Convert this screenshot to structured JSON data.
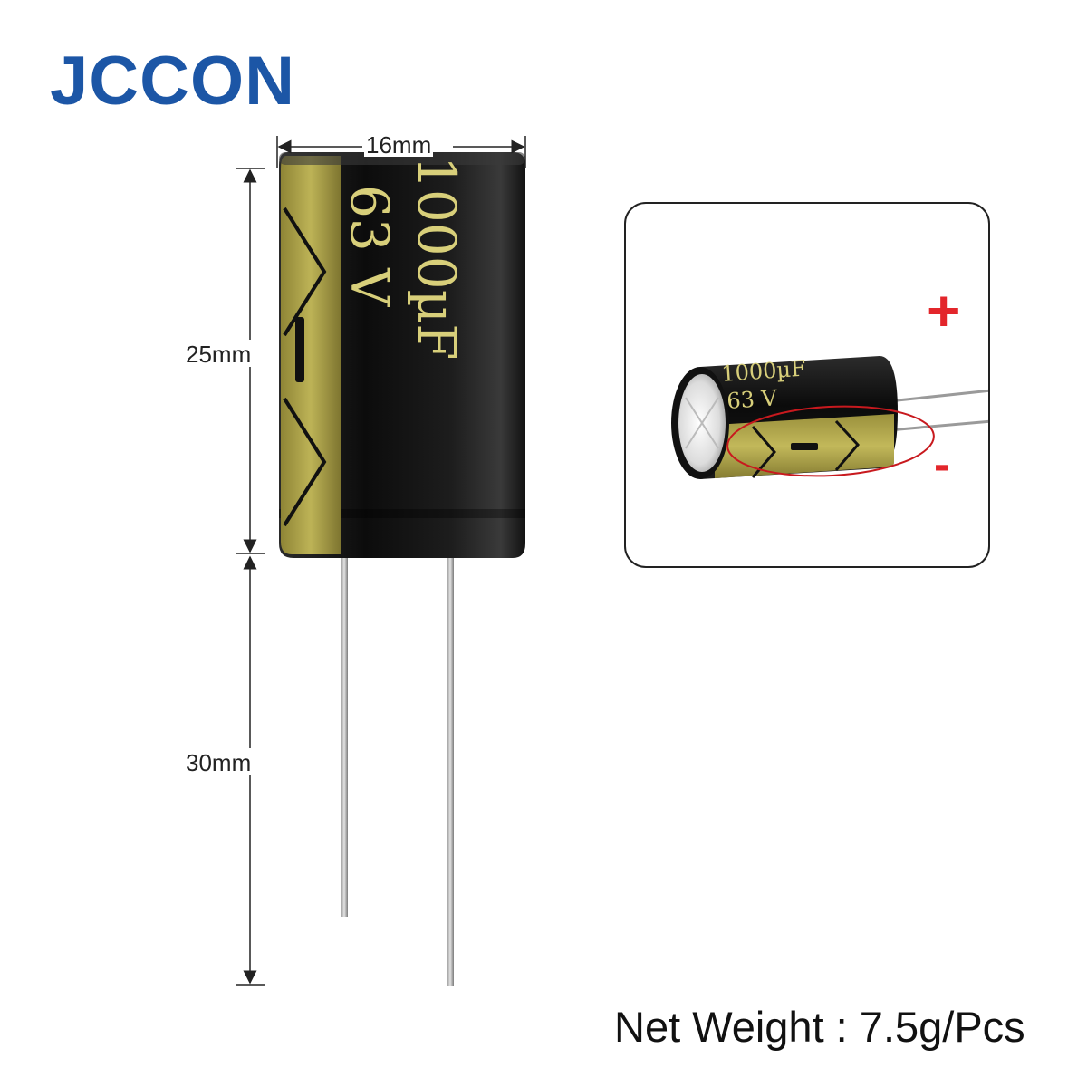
{
  "brand": "JCCON",
  "dimensions": {
    "width_label": "16mm",
    "body_height_label": "25mm",
    "lead_length_label": "30mm"
  },
  "capacitor": {
    "capacitance_text": "1000µF",
    "voltage_text": "63 V",
    "polarity_stripe_mark": "−"
  },
  "polarity": {
    "positive": "+",
    "negative": "-"
  },
  "net_weight": "Net Weight : 7.5g/Pcs",
  "colors": {
    "brand": "#1c56a6",
    "sleeve": "#141414",
    "stripe": "#b7ad52",
    "marking": "#d8cf7a",
    "polarity": "#e3262b"
  },
  "icons": [
    "capacitor-main-image",
    "capacitor-inset-image",
    "polarity-highlight-ellipse"
  ]
}
